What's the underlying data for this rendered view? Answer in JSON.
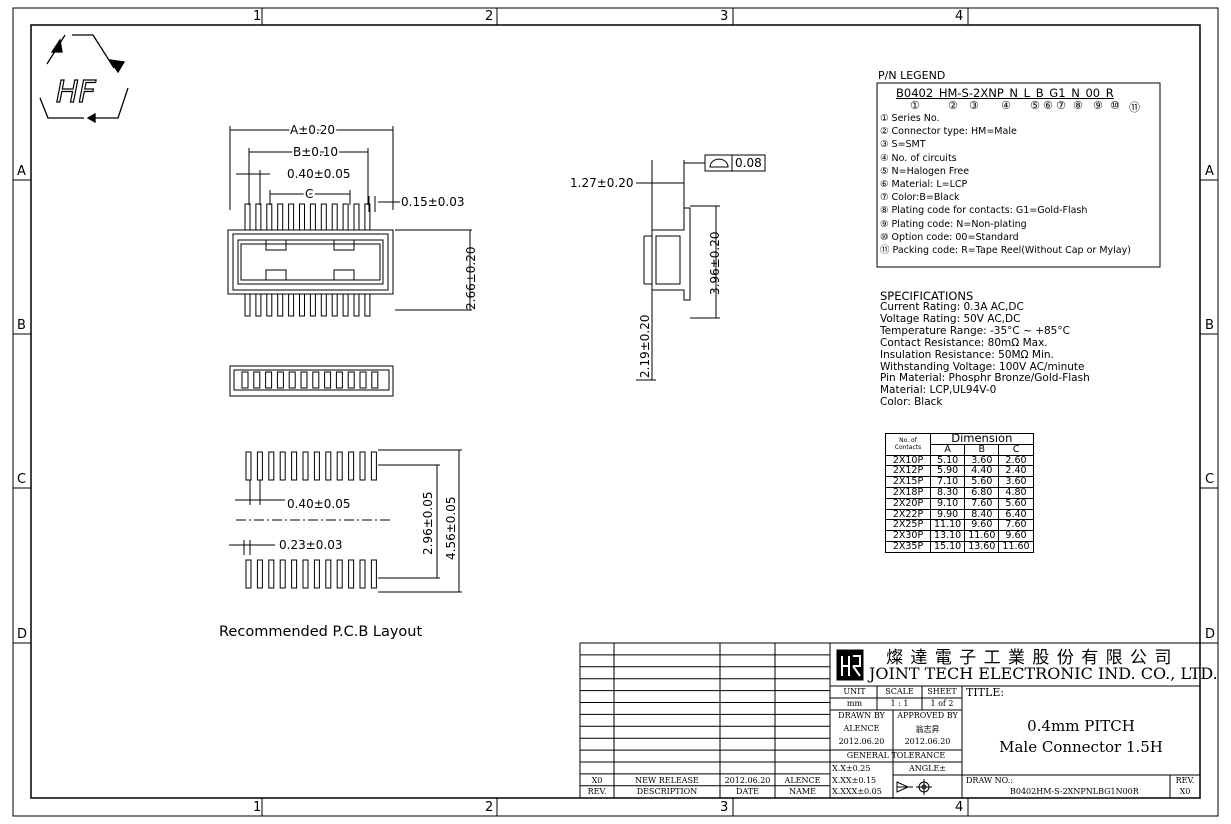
{
  "zone_columns": [
    "1",
    "2",
    "3",
    "4"
  ],
  "zone_rows": [
    "A",
    "B",
    "C",
    "D"
  ],
  "logo_text": "HF",
  "dims_top": {
    "a": "A±0.20",
    "b": "B±0.10",
    "pitch": "0.40±0.05",
    "c": "C",
    "lead": "0.15±0.03",
    "height": "2.66±0.20"
  },
  "dims_side": {
    "width": "1.27±0.20",
    "flatness": "0.08",
    "height": "3.96±0.20",
    "lower": "2.19±0.20"
  },
  "dims_pcb": {
    "pitch": "0.40±0.05",
    "pad_width": "0.23±0.03",
    "inner": "2.96±0.05",
    "outer": "4.56±0.05",
    "caption": "Recommended P.C.B Layout"
  },
  "legend": {
    "title": "P/N LEGEND",
    "part_segments": [
      "B0402",
      "HM",
      "S",
      "2XNP",
      "N",
      "L",
      "B",
      "G1",
      "N",
      "00",
      "R"
    ],
    "numbers": [
      "①",
      "②",
      "③",
      "④",
      "⑤",
      "⑥",
      "⑦",
      "⑧",
      "⑨",
      "⑩",
      "⑪"
    ],
    "items": [
      "① Series No.",
      "② Connector type: HM=Male",
      "③ S=SMT",
      "④ No. of circuits",
      "⑤ N=Halogen Free",
      "⑥ Material: L=LCP",
      "⑦ Color:B=Black",
      "⑧ Plating code for contacts: G1=Gold-Flash",
      "⑨ Plating code: N=Non-plating",
      "⑩ Option code: 00=Standard",
      "⑪ Packing code: R=Tape Reel(Without Cap or Mylay)"
    ]
  },
  "specs": {
    "title": "SPECIFICATIONS",
    "lines": [
      "Current Rating: 0.3A AC,DC",
      "Voltage Rating: 50V AC,DC",
      "Temperature Range: -35°C ~ +85°C",
      "Contact Resistance: 80mΩ Max.",
      "Insulation Resistance: 50MΩ Min.",
      "Withstanding Voltage: 100V AC/minute",
      "Pin Material: Phosphr Bronze/Gold-Flash",
      "Material: LCP,UL94V-0",
      "Color: Black"
    ]
  },
  "dimension_table": {
    "corner": "No. of Contacts",
    "group": "Dimension",
    "columns": [
      "A",
      "B",
      "C"
    ],
    "rows": [
      [
        "2X10P",
        "5.10",
        "3.60",
        "2.60"
      ],
      [
        "2X12P",
        "5.90",
        "4.40",
        "2.40"
      ],
      [
        "2X15P",
        "7.10",
        "5.60",
        "3.60"
      ],
      [
        "2X18P",
        "8.30",
        "6.80",
        "4.80"
      ],
      [
        "2X20P",
        "9.10",
        "7.60",
        "5.60"
      ],
      [
        "2X22P",
        "9.90",
        "8.40",
        "6.40"
      ],
      [
        "2X25P",
        "11.10",
        "9.60",
        "7.60"
      ],
      [
        "2X30P",
        "13.10",
        "11.60",
        "9.60"
      ],
      [
        "2X35P",
        "15.10",
        "13.60",
        "11.60"
      ]
    ]
  },
  "title_block": {
    "company_cn": "燦 達 電 子 工 業 股 份 有 限 公 司",
    "company_en": "JOINT TECH ELECTRONIC IND. CO., LTD.",
    "unit_label": "UNIT",
    "unit": "mm",
    "scale_label": "SCALE",
    "scale": "1 : 1",
    "sheet_label": "SHEET",
    "sheet": "1 of 2",
    "drawn_label": "DRAWN BY",
    "drawn_by": "ALENCE",
    "drawn_date": "2012.06.20",
    "approved_label": "APPROVED BY",
    "approved_by": "翁志昇",
    "approved_date": "2012.06.20",
    "tolerance_title": "GENERAL TOLERANCE",
    "tol1": "X.X±0.25",
    "tol2": "X.XX±0.15",
    "tol3": "X.XXX±0.05",
    "angle": "ANGLE±",
    "title_label": "TITLE:",
    "title1": "0.4mm PITCH",
    "title2": "Male Connector 1.5H",
    "drawno_label": "DRAW NO.:",
    "drawno": "B0402HM-S-2XNPNLBG1N00R",
    "rev_label": "REV.",
    "rev": "X0",
    "revision_row": {
      "rev": "X0",
      "description": "NEW RELEASE",
      "date": "2012.06.20",
      "name": "ALENCE"
    },
    "revision_headers": {
      "rev": "REV.",
      "description": "DESCRIPTION",
      "date": "DATE",
      "name": "NAME"
    }
  }
}
